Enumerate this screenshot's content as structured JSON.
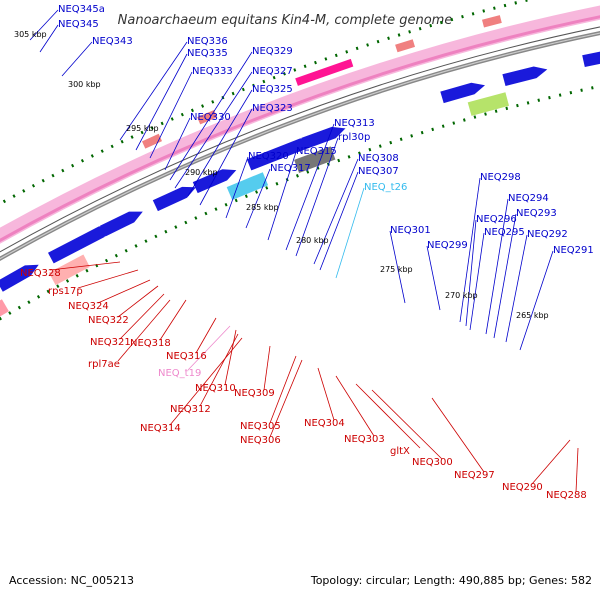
{
  "title": "Nanoarchaeum equitans Kin4-M, complete genome",
  "footer": {
    "accession": "Accession: NC_005213",
    "summary": "Topology: circular; Length: 490,885 bp; Genes: 582"
  },
  "colors": {
    "forward_label": "#0000cc",
    "reverse_label": "#cc0000",
    "rna_forward_label": "#33bbee",
    "rna_reverse_label": "#ee88cc",
    "backbone": "#777777",
    "gc_band": "#f5a3cf",
    "cds_forward": "#1a1adb",
    "cds_reverse": "#ff1493",
    "tick": "#006600"
  },
  "scale_ticks": [
    "305 kbp",
    "300 kbp",
    "295 kbp",
    "290 kbp",
    "285 kbp",
    "280 kbp",
    "275 kbp",
    "270 kbp",
    "265 kbp"
  ],
  "forward_labels": [
    "NEQ345a",
    "NEQ345",
    "NEQ343",
    "NEQ336",
    "NEQ335",
    "NEQ333",
    "NEQ329",
    "NEQ327",
    "NEQ325",
    "NEQ323",
    "NEQ330",
    "NEQ320",
    "NEQ317",
    "NEQ315",
    "NEQ313",
    "rpl30p",
    "NEQ308",
    "NEQ307",
    "NEQ_t26",
    "NEQ301",
    "NEQ299",
    "NEQ298",
    "NEQ296",
    "NEQ295",
    "NEQ294",
    "NEQ293",
    "NEQ292",
    "NEQ291"
  ],
  "reverse_labels": [
    "NEQ328",
    "rps17p",
    "NEQ324",
    "NEQ322",
    "NEQ321",
    "rpl7ae",
    "NEQ318",
    "NEQ316",
    "NEQ_t19",
    "NEQ310",
    "NEQ312",
    "NEQ314",
    "NEQ309",
    "NEQ305",
    "NEQ306",
    "NEQ304",
    "NEQ303",
    "gltX",
    "NEQ300",
    "NEQ297",
    "NEQ290",
    "NEQ288"
  ]
}
